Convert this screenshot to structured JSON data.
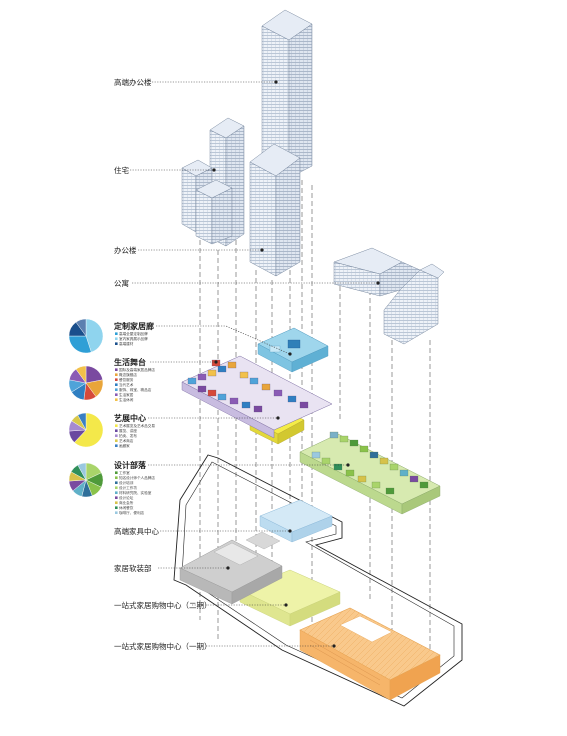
{
  "labels": {
    "high_office": "高端办公楼",
    "residence": "住宅",
    "office": "办公楼",
    "apartment": "公寓",
    "custom_home": "定制家居廊",
    "life_stage": "生活舞台",
    "exhibition": "艺展中心",
    "design_tribe": "设计部落",
    "high_furniture": "高端家具中心",
    "soft_furnish": "家居软装部",
    "mall_phase2": "一站式家居购物中心（二期）",
    "mall_phase1": "一站式家居购物中心（一期）"
  },
  "legends": {
    "custom_home": [
      {
        "text": "高端全屋定制品牌",
        "color": "#2f9fd6"
      },
      {
        "text": "室内家具展示品牌",
        "color": "#8fd4ee"
      },
      {
        "text": "高端建材",
        "color": "#1a4f8c"
      }
    ],
    "life_stage": [
      {
        "text": "国际及高端家居品牌店",
        "color": "#7a4aa0"
      },
      {
        "text": "概念旗舰店",
        "color": "#e9a53a"
      },
      {
        "text": "餐饮服务",
        "color": "#d64a3a"
      },
      {
        "text": "当代艺术",
        "color": "#2f7fc2"
      },
      {
        "text": "服饰、珠宝、精品店",
        "color": "#4fa3d9"
      },
      {
        "text": "生活家居",
        "color": "#8a5bb5"
      },
      {
        "text": "生活休闲",
        "color": "#f2c14a"
      }
    ],
    "exhibition": [
      {
        "text": "艺术展览及艺术品交易",
        "color": "#f4e84a"
      },
      {
        "text": "展览、讲座",
        "color": "#6a4aa0"
      },
      {
        "text": "拍卖、发布",
        "color": "#a68ad0"
      },
      {
        "text": "艺术商店",
        "color": "#d9c94a"
      },
      {
        "text": "画廊家",
        "color": "#3a7fc2"
      }
    ],
    "design_tribe": [
      {
        "text": "工作室",
        "color": "#4f9a3a"
      },
      {
        "text": "知名设计师个人品牌店",
        "color": "#8ac24a"
      },
      {
        "text": "设计培训",
        "color": "#2f6f9a"
      },
      {
        "text": "设计工作坊",
        "color": "#a9d46a"
      },
      {
        "text": "材料研究院、实验室",
        "color": "#5fb0c8"
      },
      {
        "text": "设计论坛",
        "color": "#7a4aa0"
      },
      {
        "text": "商业会所",
        "color": "#d6c24a"
      },
      {
        "text": "休闲餐饮",
        "color": "#2f8f5a"
      },
      {
        "text": "咖啡厅、便利店",
        "color": "#9ac8e0"
      }
    ]
  },
  "pies": {
    "custom_home": [
      {
        "value": 45,
        "color": "#8fd4ee"
      },
      {
        "value": 30,
        "color": "#2f9fd6"
      },
      {
        "value": 15,
        "color": "#1a4f8c"
      },
      {
        "value": 10,
        "color": "#5b7fb0"
      }
    ],
    "life_stage": [
      {
        "value": 22,
        "color": "#7a4aa0"
      },
      {
        "value": 18,
        "color": "#e9a53a"
      },
      {
        "value": 12,
        "color": "#d64a3a"
      },
      {
        "value": 14,
        "color": "#2f7fc2"
      },
      {
        "value": 12,
        "color": "#4fa3d9"
      },
      {
        "value": 12,
        "color": "#8a5bb5"
      },
      {
        "value": 10,
        "color": "#f2c14a"
      }
    ],
    "exhibition": [
      {
        "value": 62,
        "color": "#f4e84a"
      },
      {
        "value": 12,
        "color": "#6a4aa0"
      },
      {
        "value": 10,
        "color": "#a68ad0"
      },
      {
        "value": 8,
        "color": "#d9c94a"
      },
      {
        "value": 8,
        "color": "#3a7fc2"
      }
    ],
    "design_tribe": [
      {
        "value": 18,
        "color": "#a9d46a"
      },
      {
        "value": 14,
        "color": "#4f9a3a"
      },
      {
        "value": 12,
        "color": "#8ac24a"
      },
      {
        "value": 10,
        "color": "#2f6f9a"
      },
      {
        "value": 10,
        "color": "#5fb0c8"
      },
      {
        "value": 10,
        "color": "#7a4aa0"
      },
      {
        "value": 9,
        "color": "#d6c24a"
      },
      {
        "value": 9,
        "color": "#2f8f5a"
      },
      {
        "value": 8,
        "color": "#9ac8e0"
      }
    ]
  }
}
